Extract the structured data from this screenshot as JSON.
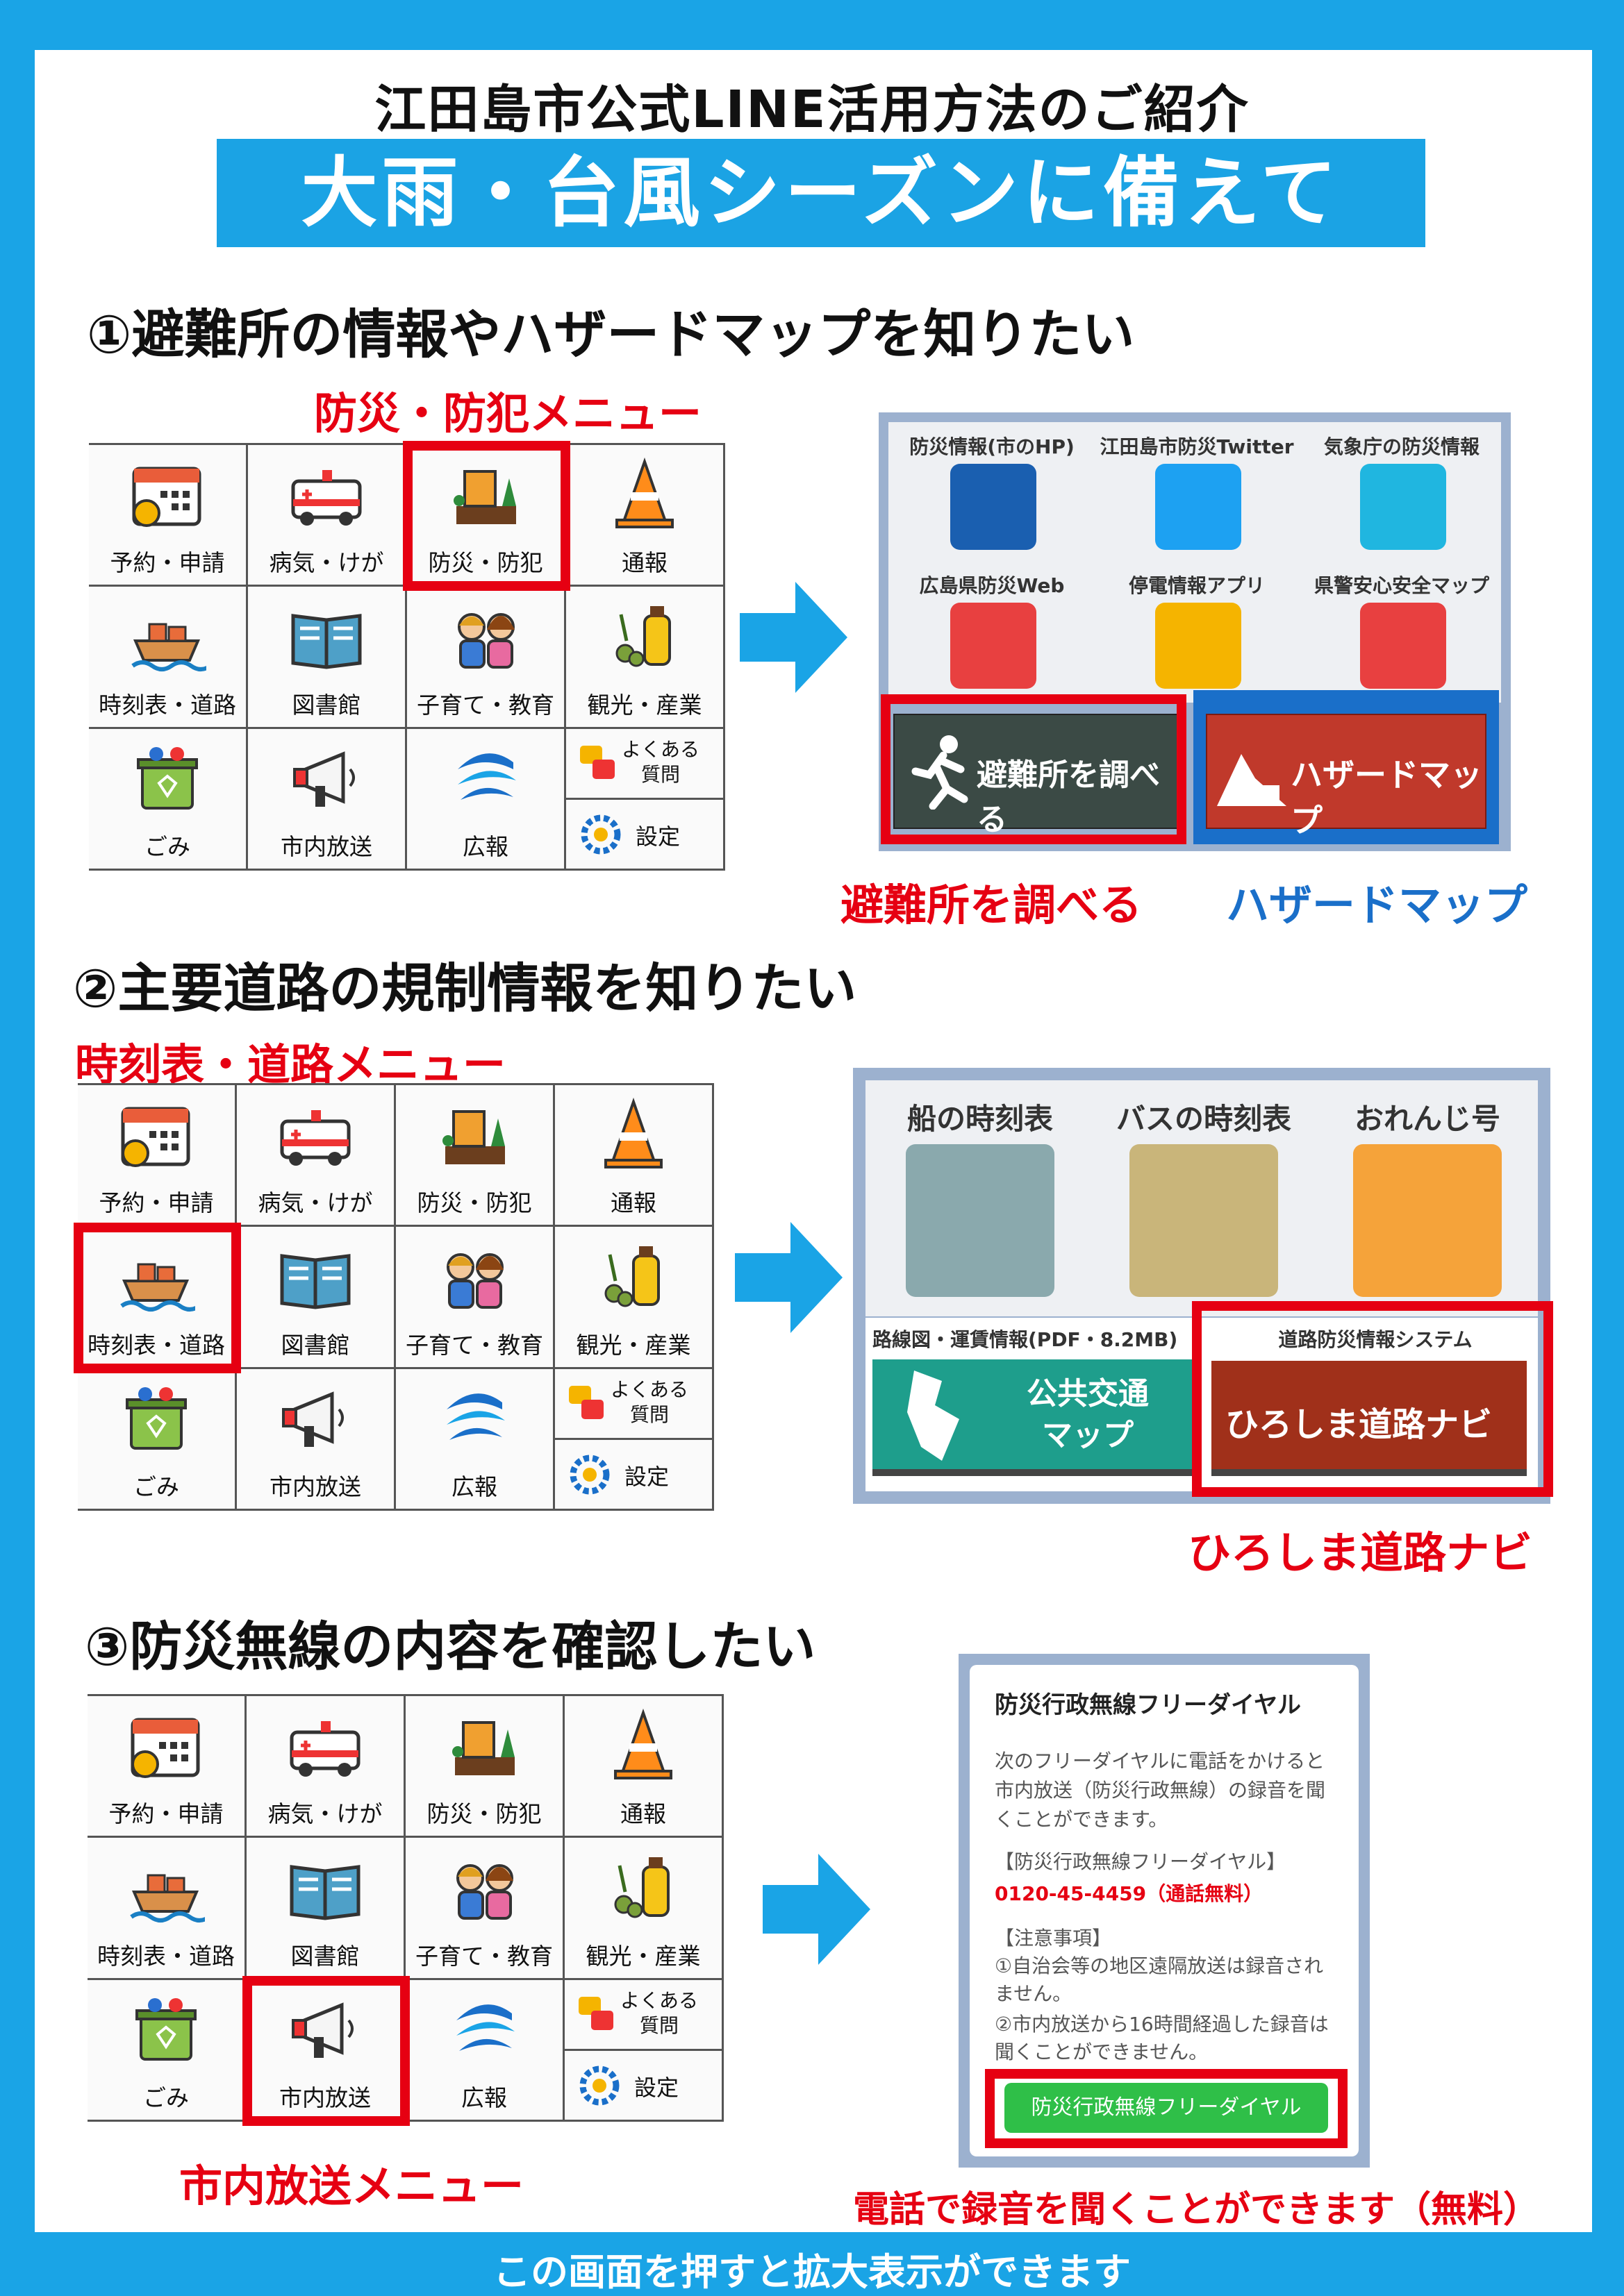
{
  "header": {
    "subtitle": "江田島市公式LINE活用方法のご紹介",
    "banner": "大雨・台風シーズンに備えて"
  },
  "menu_items": [
    "予約・申請",
    "病気・けが",
    "防災・防犯",
    "通報",
    "時刻表・道路",
    "図書館",
    "子育て・教育",
    "観光・産業",
    "ごみ",
    "市内放送",
    "広報"
  ],
  "faq": {
    "label": "よくある\n質問"
  },
  "settings": {
    "label": "設定"
  },
  "section1": {
    "heading": "①避難所の情報やハザードマップを知りたい",
    "menu_callout": "防災・防犯メニュー",
    "buttons": [
      "防災情報(市のHP)",
      "江田島市防災Twitter",
      "気象庁の防災情報",
      "広島県防災Web",
      "停電情報アプリ",
      "県警安心安全マップ"
    ],
    "evac_btn": "避難所を調べる",
    "hazard_btn": "ハザードマップ",
    "callout_evac": "避難所を調べる",
    "callout_hazard": "ハザードマップ"
  },
  "section2": {
    "heading": "②主要道路の規制情報を知りたい",
    "menu_callout": "時刻表・道路メニュー",
    "tiles": [
      "船の時刻表",
      "バスの時刻表",
      "おれんじ号"
    ],
    "route_info": "路線図・運賃情報(PDF・8.2MB)",
    "road_sys": "道路防災情報システム",
    "transit_map": "公共交通\nマップ",
    "road_navi": "ひろしま道路ナビ",
    "callout": "ひろしま道路ナビ"
  },
  "section3": {
    "heading": "③防災無線の内容を確認したい",
    "menu_callout": "市内放送メニュー",
    "card_title": "防災行政無線フリーダイヤル",
    "card_body": "次のフリーダイヤルに電話をかけると市内放送（防災行政無線）の録音を聞くことができます。",
    "dial_label": "【防災行政無線フリーダイヤル】",
    "dial_number": "0120-45-4459（通話無料）",
    "notes_label": "【注意事項】",
    "note1": "①自治会等の地区遠隔放送は録音されません。",
    "note2": "②市内放送から16時間経過した録音は聞くことができません。",
    "call_btn": "防災行政無線フリーダイヤル",
    "callout": "電話で録音を聞くことができます（無料）"
  },
  "footer": "この画面を押すと拡大表示ができます",
  "colors": {
    "accent": "#1aa4e6",
    "red": "#e60012",
    "blue": "#1a6fc9"
  }
}
